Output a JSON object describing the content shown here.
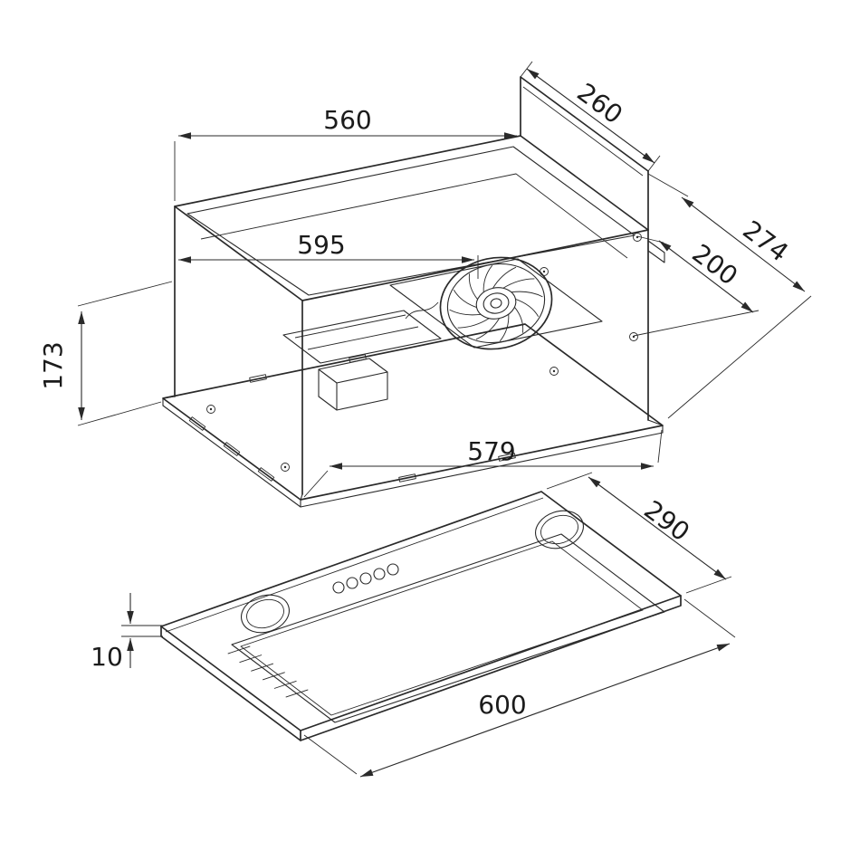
{
  "canvas": {
    "background": "#ffffff",
    "line_color": "#2a2a2a",
    "text_color": "#1b1b1b"
  },
  "dimensions": {
    "housing": {
      "top_width": "560",
      "top_depth": "260",
      "inner_width": "595",
      "total_depth": "274",
      "inner_depth": "200",
      "height": "173",
      "flange_width": "579"
    },
    "panel": {
      "depth": "290",
      "width": "600",
      "thickness": "10"
    }
  }
}
